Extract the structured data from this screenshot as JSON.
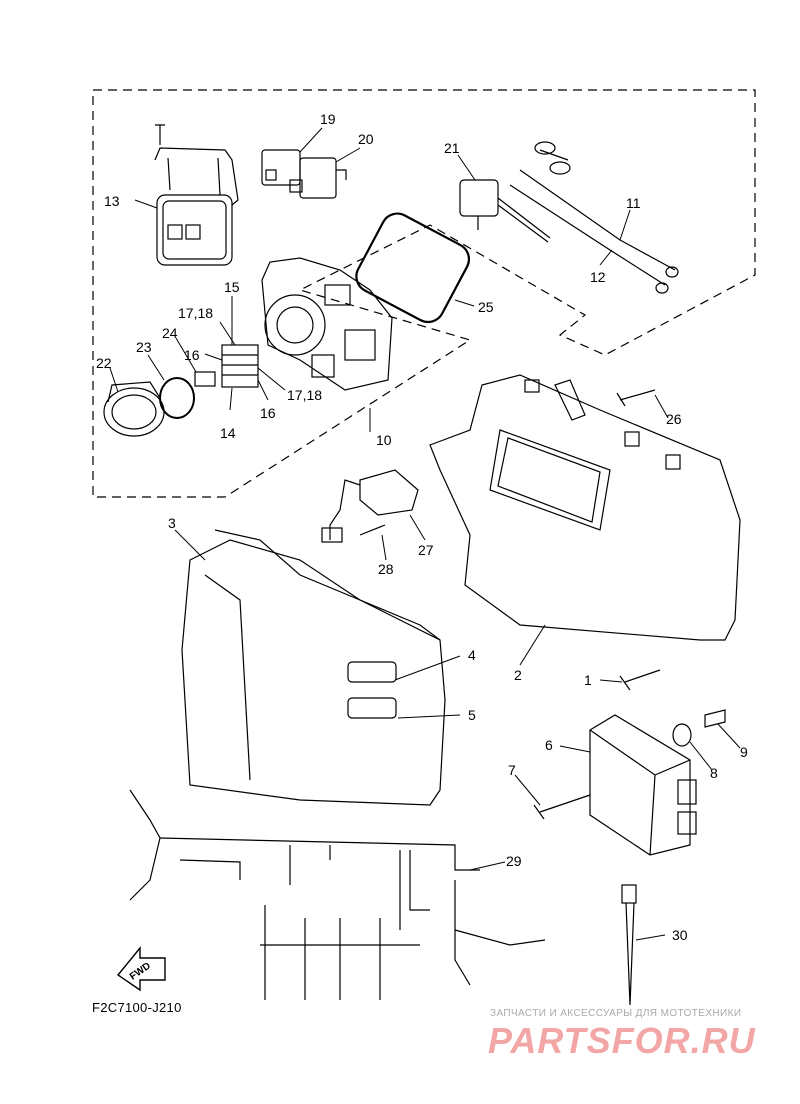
{
  "figure_code": "F2C7100-J210",
  "fwd_label": "FWD",
  "watermark": {
    "tagline": "ЗАПЧАСТИ И АКСЕССУАРЫ ДЛЯ МОТОТЕХНИКИ",
    "brand": "PARTSFOR.RU"
  },
  "callouts": [
    "1",
    "2",
    "3",
    "4",
    "5",
    "6",
    "7",
    "8",
    "9",
    "10",
    "11",
    "12",
    "13",
    "14",
    "15",
    "16",
    "16",
    "17,18",
    "17,18",
    "19",
    "20",
    "21",
    "22",
    "23",
    "24",
    "25",
    "26",
    "27",
    "28",
    "29",
    "30"
  ]
}
